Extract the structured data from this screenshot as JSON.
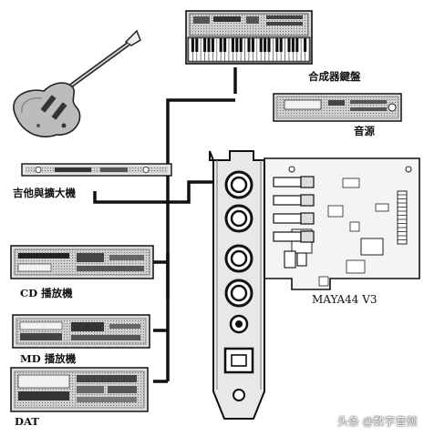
{
  "labels": {
    "synth": "合成器鍵盤",
    "sound_module": "音源",
    "guitar_amp": "吉他與擴大機",
    "cd_player": "CD 播放機",
    "md_player": "MD 播放機",
    "dat": "DAT",
    "card": "MAYA44 V3"
  },
  "watermark": {
    "text": "头条 @数字音频"
  },
  "icons": {
    "guitar": "electric-guitar-icon",
    "synth": "synthesizer-keyboard-icon",
    "sound_module": "rack-sound-module-icon",
    "guitar_amp": "rack-amplifier-icon",
    "cd_player": "cd-player-icon",
    "md_player": "md-player-icon",
    "dat": "dat-deck-icon",
    "bracket": "audio-card-bracket-icon",
    "card": "pci-sound-card-icon"
  }
}
